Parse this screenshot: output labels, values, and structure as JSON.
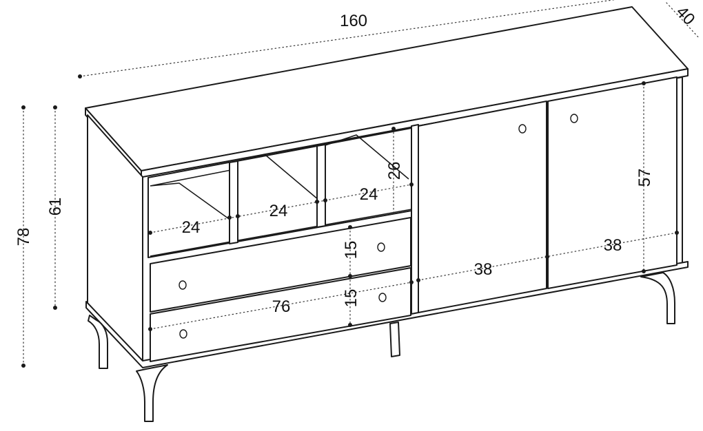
{
  "dimensions": {
    "width": "160",
    "depth": "40",
    "total_height": "78",
    "body_height": "61",
    "door_height": "57",
    "shelf_width_1": "24",
    "shelf_width_2": "24",
    "shelf_width_3": "24",
    "shelf_height": "26",
    "drawer_height_1": "15",
    "drawer_height_2": "15",
    "drawer_width": "76",
    "door_width_1": "38",
    "door_width_2": "38"
  }
}
